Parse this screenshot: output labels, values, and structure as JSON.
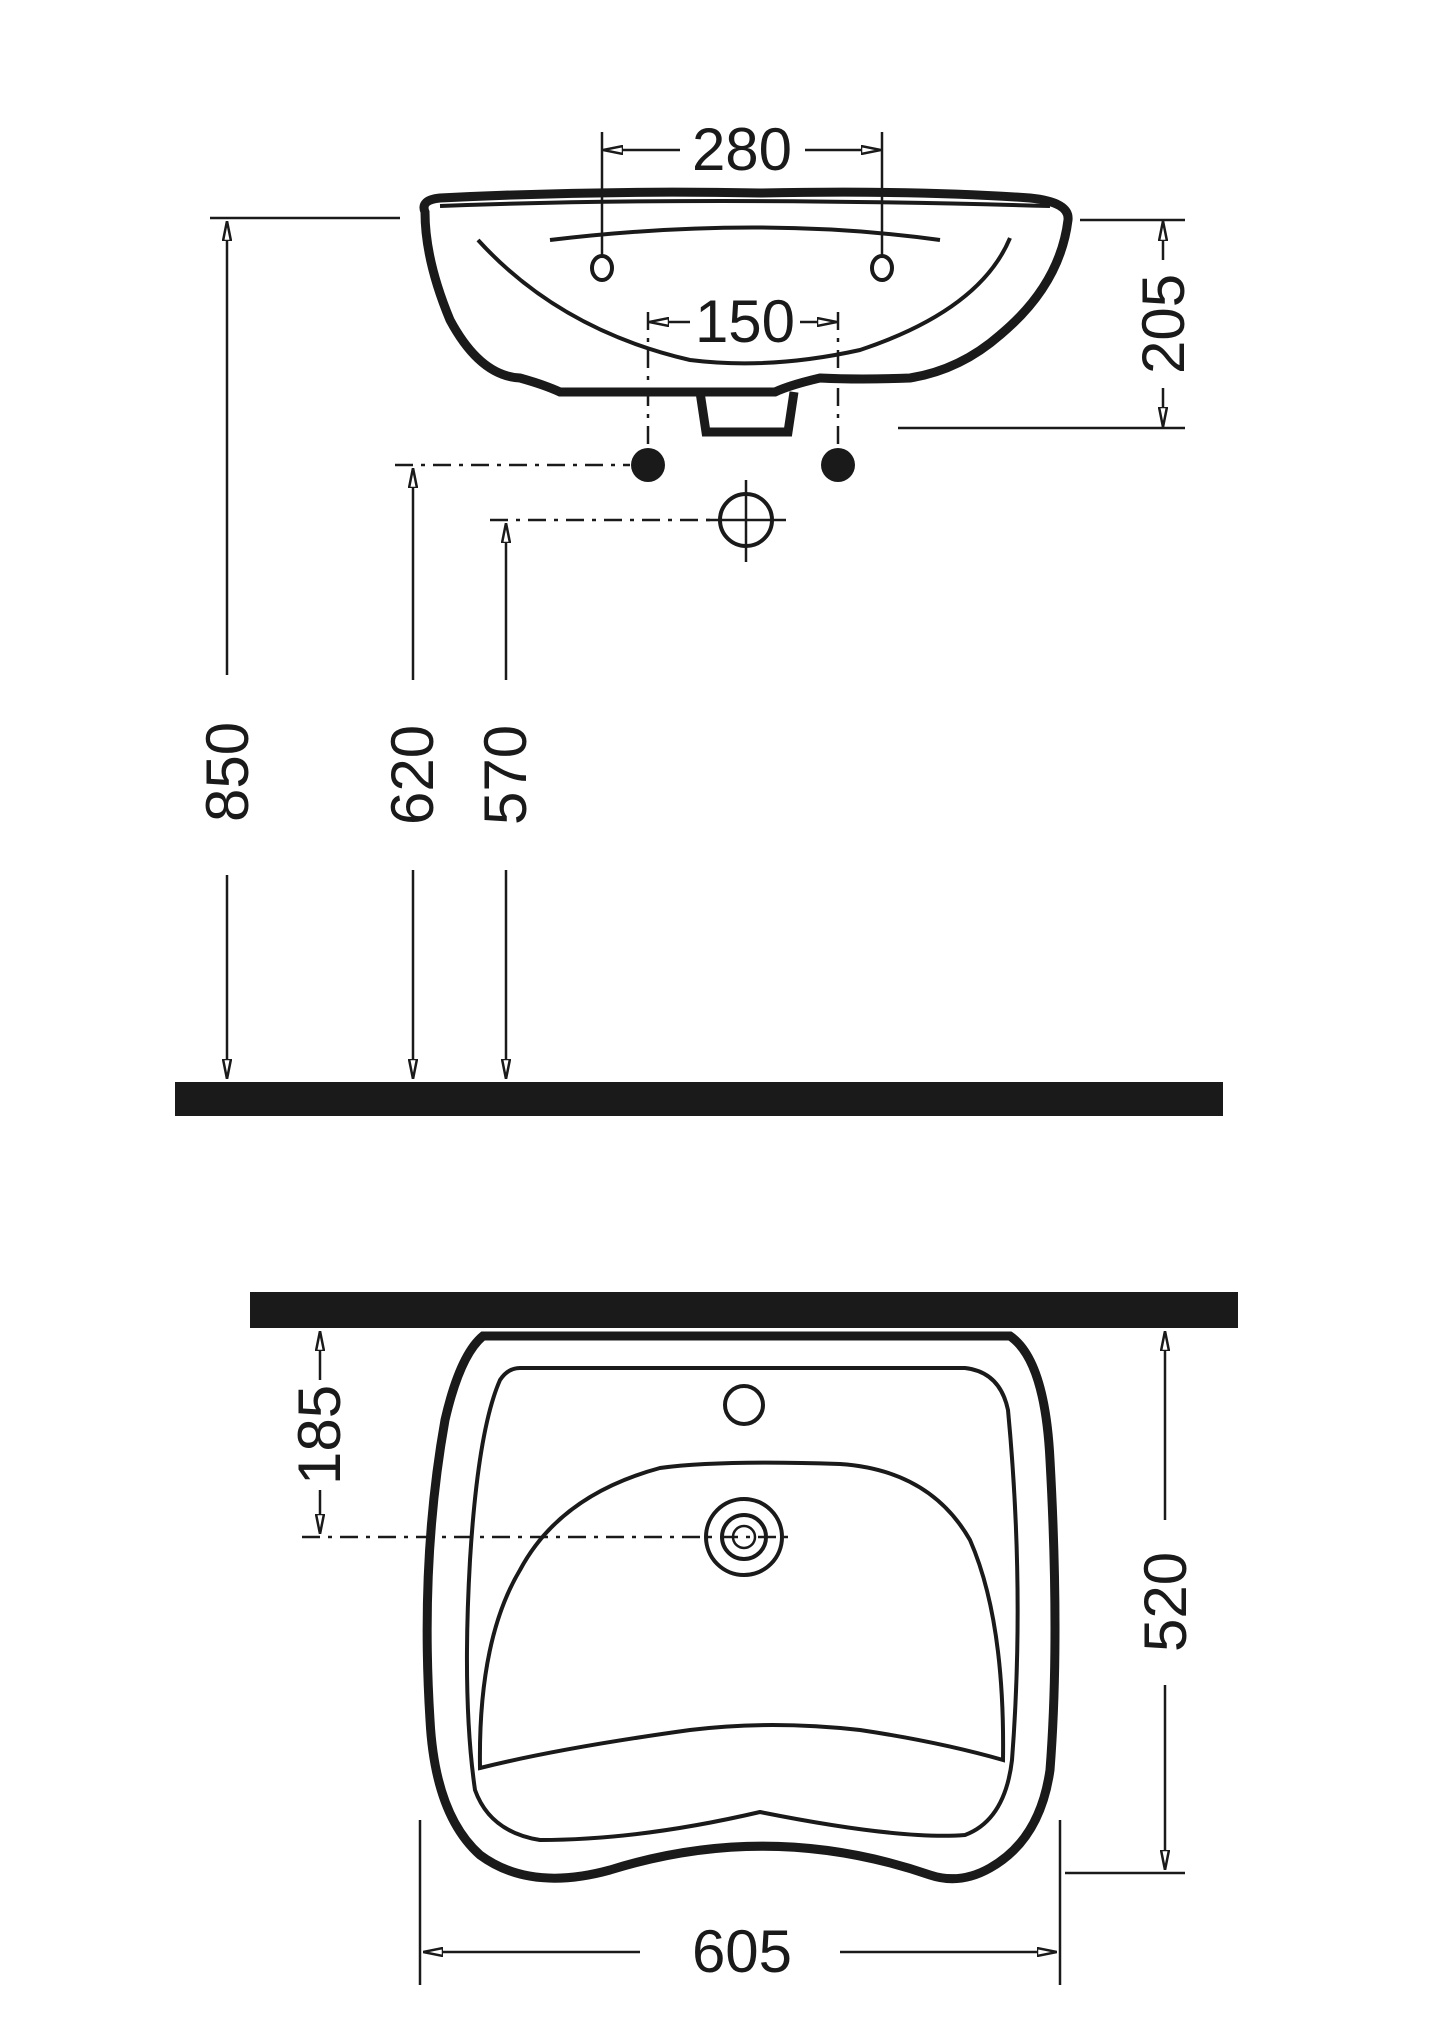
{
  "dimensions": {
    "tap_hole_spacing": "280",
    "supply_spacing": "150",
    "basin_depth": "205",
    "mounting_height": "850",
    "supply_height": "620",
    "waste_height": "570",
    "waste_offset": "185",
    "basin_projection": "520",
    "basin_width": "605"
  },
  "colors": {
    "ink": "#1a1a1a",
    "paper": "#ffffff"
  }
}
